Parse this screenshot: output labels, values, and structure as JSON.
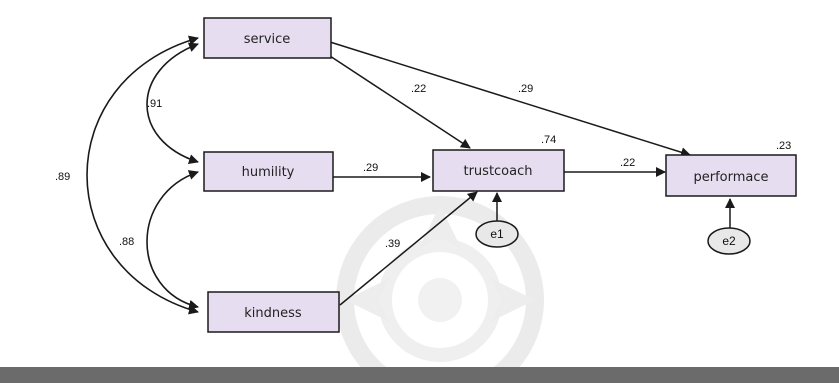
{
  "diagram": {
    "variables": {
      "service": "service",
      "humility": "humility",
      "kindness": "kindness",
      "trustcoach": "trustcoach",
      "performance": "performace"
    },
    "errors": {
      "e1": "e1",
      "e2": "e2"
    },
    "r_squared": {
      "trustcoach": ".74",
      "performance": ".23"
    },
    "paths": {
      "service_to_trustcoach": ".22",
      "service_to_performance": ".29",
      "humility_to_trustcoach": ".29",
      "kindness_to_trustcoach": ".39",
      "trustcoach_to_performance": ".22"
    },
    "correlations": {
      "service_humility": ".91",
      "service_kindness": ".89",
      "humility_kindness": ".88"
    }
  },
  "colors": {
    "box_fill": "#e6def0",
    "box_stroke": "#1a1a1a",
    "error_fill": "#e8e8e8",
    "bottom_bar": "#6b6b6b",
    "watermark": "#d9d9d9"
  }
}
